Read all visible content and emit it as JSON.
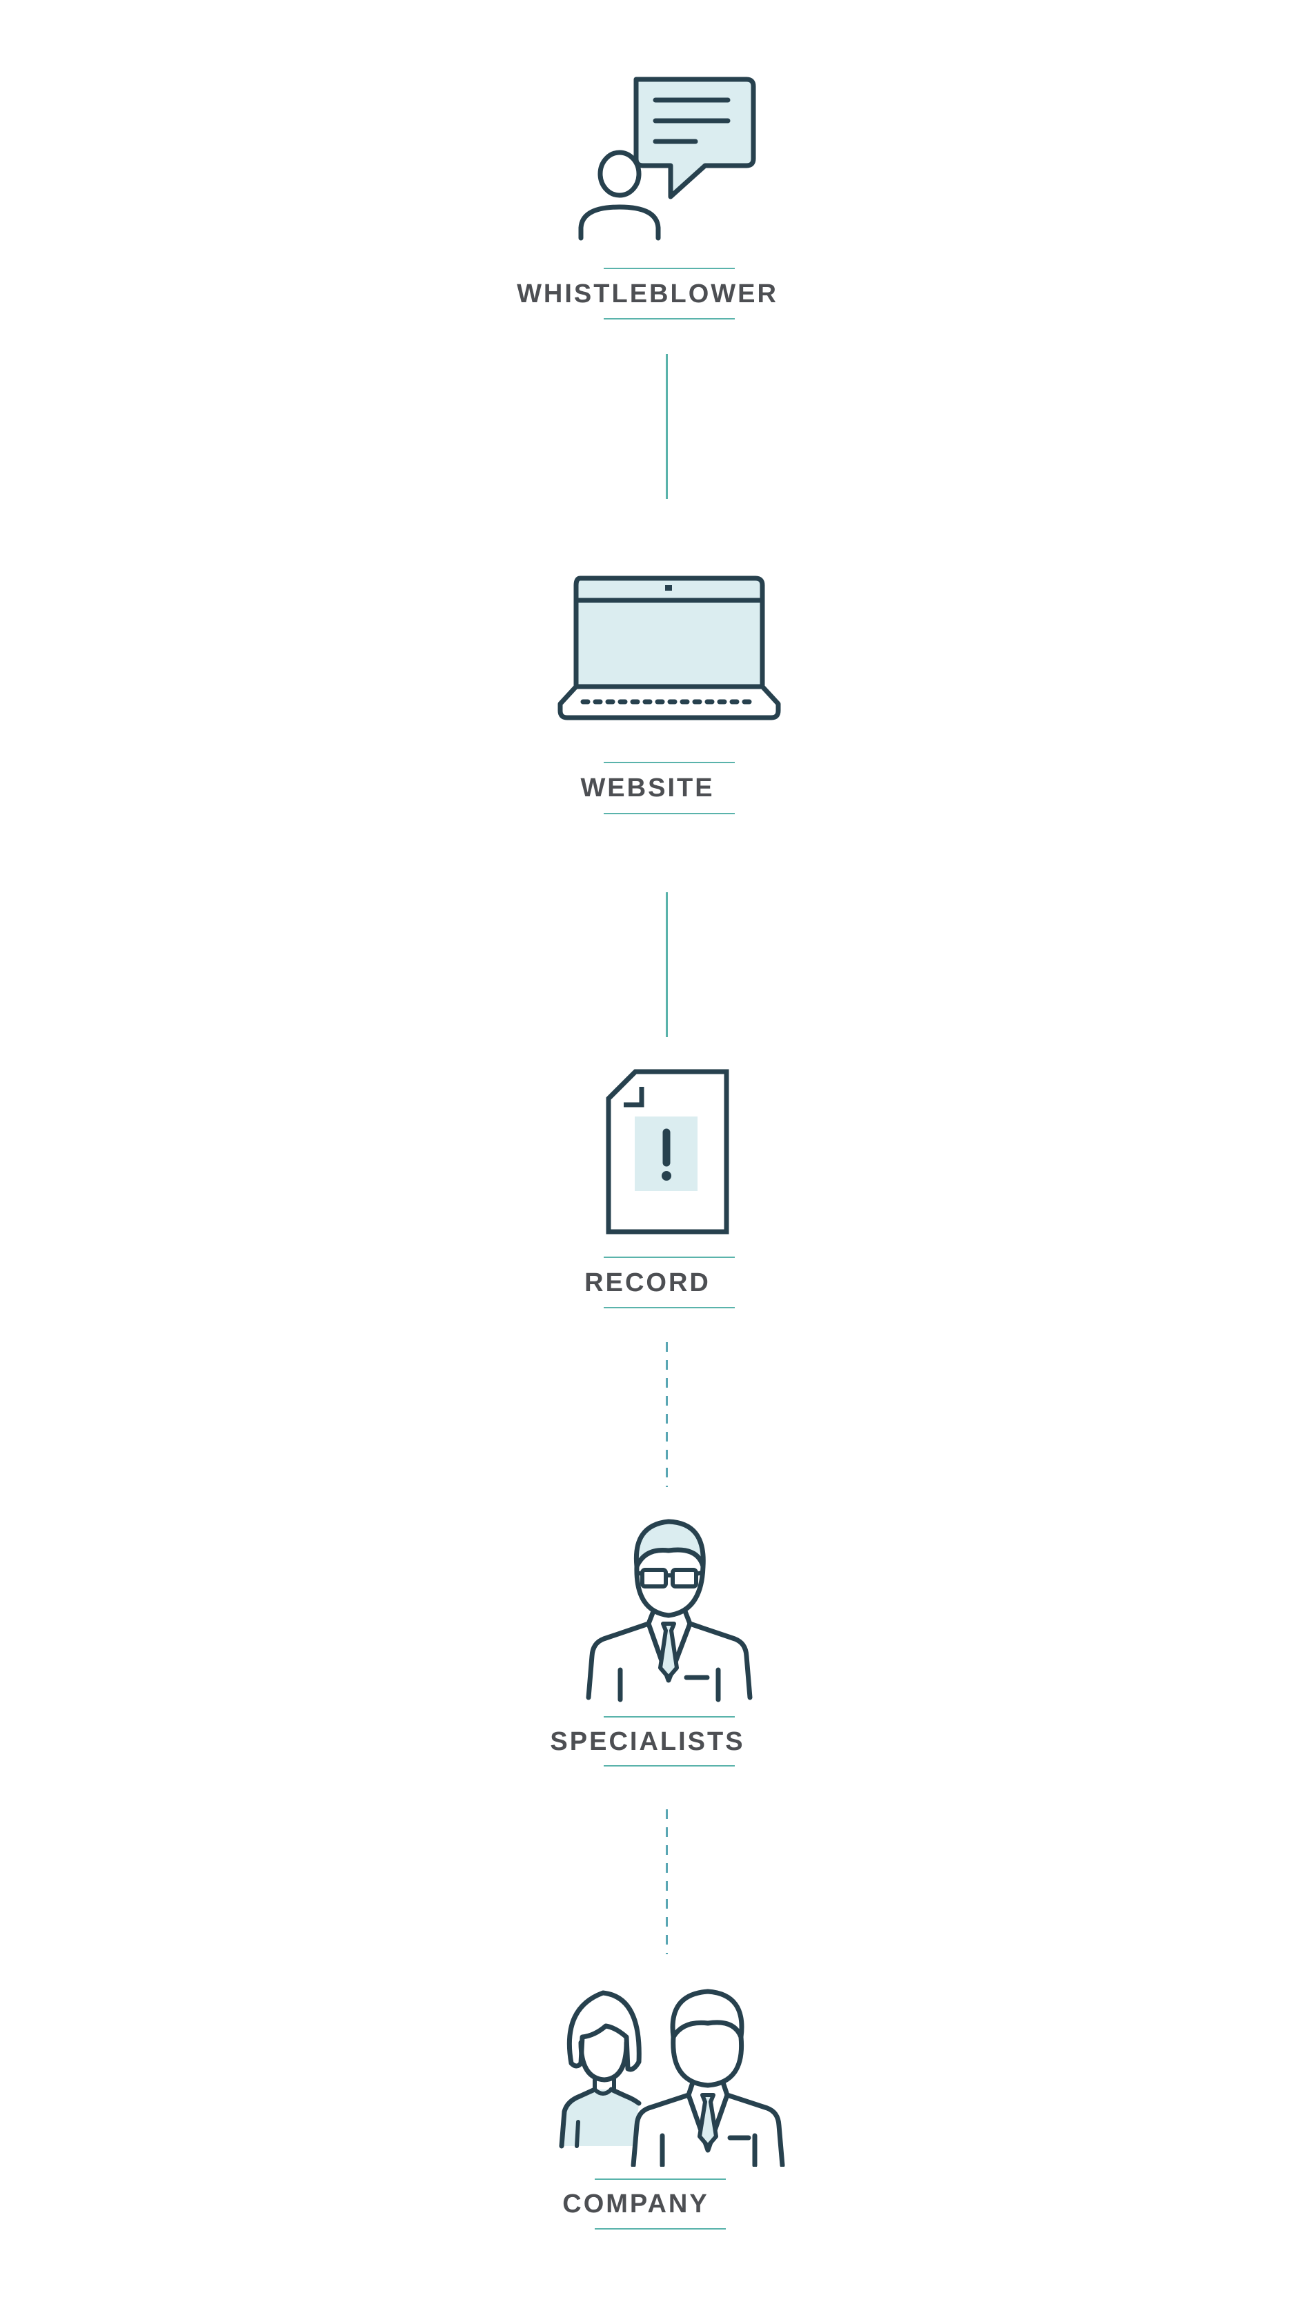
{
  "colors": {
    "stroke": "#27414e",
    "fill": "#dbedf0",
    "accent": "#5ab3ab",
    "dash": "#5aa7b4",
    "label": "#4d4f53"
  },
  "nodes": [
    {
      "id": "whistleblower",
      "label": "WHISTLEBLOWER",
      "icon": "person-speech-bubble-icon"
    },
    {
      "id": "website",
      "label": "WEBSITE",
      "icon": "laptop-icon"
    },
    {
      "id": "record",
      "label": "RECORD",
      "icon": "document-alert-icon"
    },
    {
      "id": "specialists",
      "label": "SPECIALISTS",
      "icon": "specialist-person-icon"
    },
    {
      "id": "company",
      "label": "COMPANY",
      "icon": "two-people-icon"
    }
  ],
  "connectors": [
    {
      "from": "whistleblower",
      "to": "website",
      "style": "solid"
    },
    {
      "from": "website",
      "to": "record",
      "style": "solid"
    },
    {
      "from": "record",
      "to": "specialists",
      "style": "dashed"
    },
    {
      "from": "specialists",
      "to": "company",
      "style": "dashed"
    }
  ]
}
